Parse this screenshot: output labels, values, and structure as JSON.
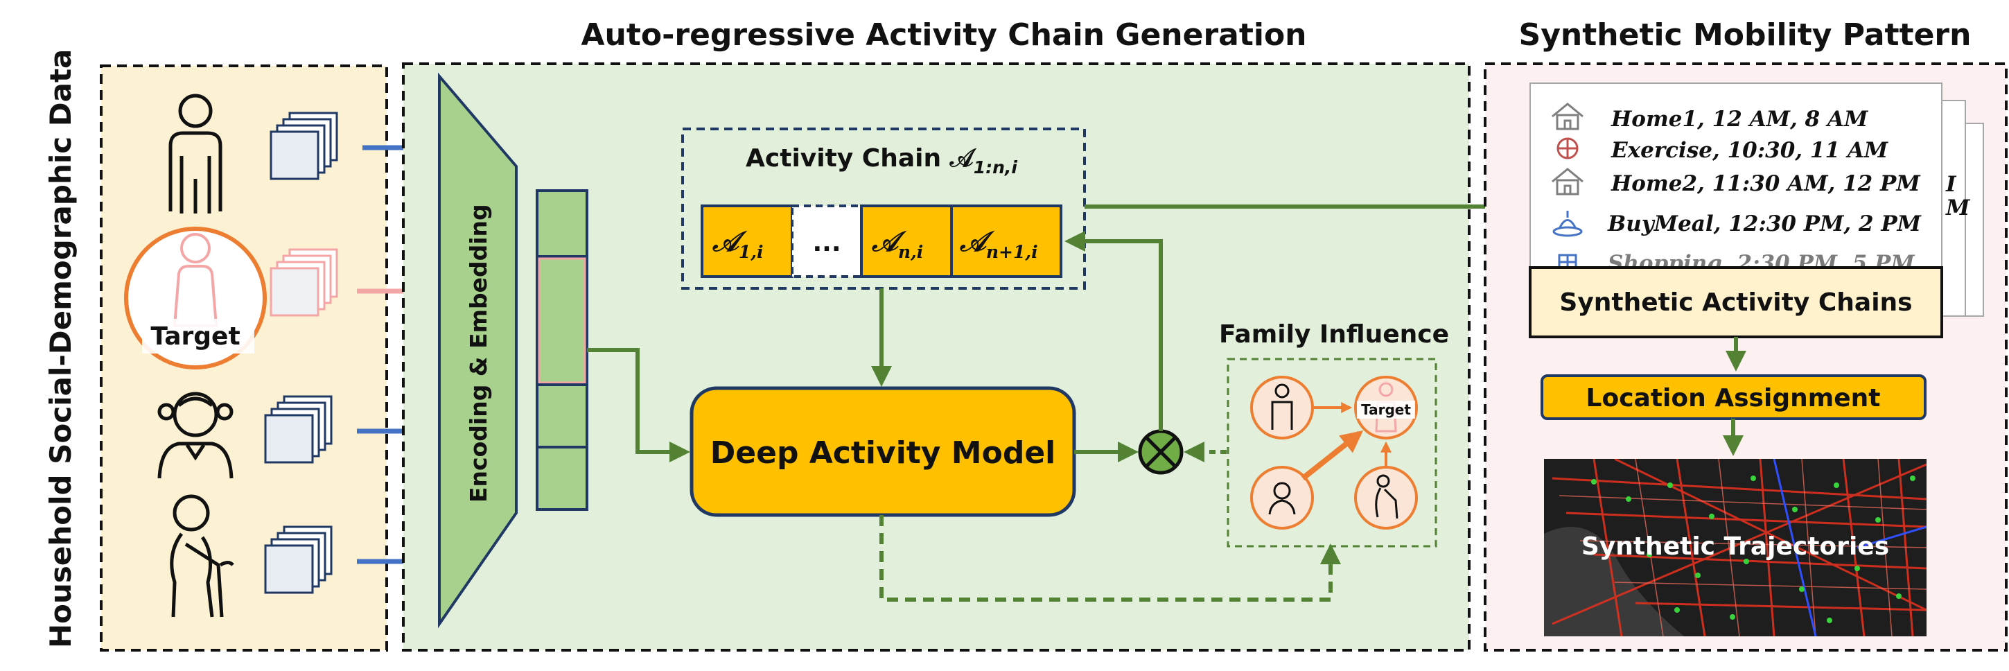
{
  "left_panel": {
    "vertical_label": "Household Social-Demographic Data",
    "target_label": "Target"
  },
  "middle_panel": {
    "title": "Auto-regressive Activity Chain Generation",
    "encoder_label": "Encoding & Embedding",
    "activity_chain": {
      "title": "Activity Chain 𝒜",
      "title_subscript": "1:n,i",
      "cells": [
        {
          "main": "𝒜",
          "sub": "1,i"
        },
        {
          "main": "...",
          "sub": ""
        },
        {
          "main": "𝒜",
          "sub": "n,i"
        },
        {
          "main": "𝒜",
          "sub": "n+1,i"
        }
      ]
    },
    "model_label": "Deep Activity Model",
    "family_influence": {
      "title": "Family Influence",
      "target_label": "Target"
    }
  },
  "right_panel": {
    "title": "Synthetic Mobility Pattern",
    "records": [
      {
        "icon": "house-icon",
        "text": "Home1, 12 AM, 8 AM"
      },
      {
        "icon": "basketball-icon",
        "text": "Exercise, 10:30, 11 AM"
      },
      {
        "icon": "house-icon",
        "text": "Home2, 11:30 AM, 12 PM"
      },
      {
        "icon": "meal-icon",
        "text": "BuyMeal, 12:30 PM, 2 PM"
      },
      {
        "icon": "shopping-icon",
        "text": "Shopping, 2:30 PM, 5 PM"
      }
    ],
    "chains_label": "Synthetic Activity Chains",
    "location_label": "Location Assignment",
    "trajectories_label": "Synthetic Trajectories"
  },
  "colors": {
    "left_bg": "#fcf1d3",
    "middle_bg": "#e2efda",
    "right_bg": "#fdf0f0",
    "accent_orange": "#ffc000",
    "encoder_green": "#a9d18e",
    "arrow_green": "#548235",
    "arrow_blue": "#4472c4",
    "arrow_pink": "#f4a6a6",
    "person_orange": "#ed7d31",
    "navy": "#1f3864"
  }
}
